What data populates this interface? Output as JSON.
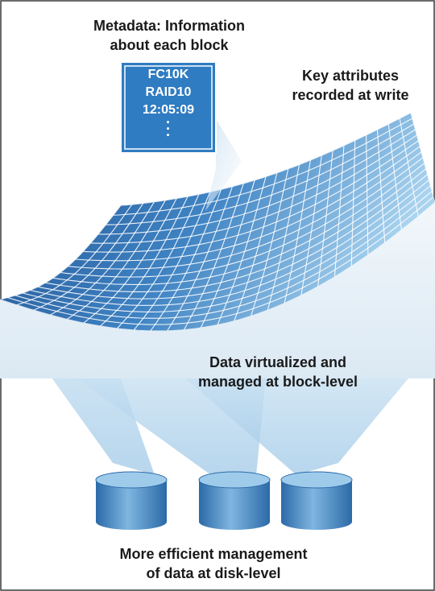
{
  "labels": {
    "metadata_line1": "Metadata: Information",
    "metadata_line2": "about each block",
    "key_line1": "Key attributes",
    "key_line2": "recorded at write",
    "virtualized_line1": "Data virtualized and",
    "virtualized_line2": "managed at block-level",
    "disk_line1": "More efficient management",
    "disk_line2": "of data at disk-level"
  },
  "metadata_box": {
    "line1": "FC10K",
    "line2": "RAID10",
    "line3": "12:05:09"
  },
  "colors": {
    "mesh_dark": "#1f4f8f",
    "mesh_light": "#8fc3e6",
    "box_fill": "#2f7cc2",
    "beam": "#b9d8ee",
    "disk": "#4a8fc8",
    "border": "#3a3a3a"
  },
  "icons": {
    "disk": "disk-cylinder-icon"
  }
}
